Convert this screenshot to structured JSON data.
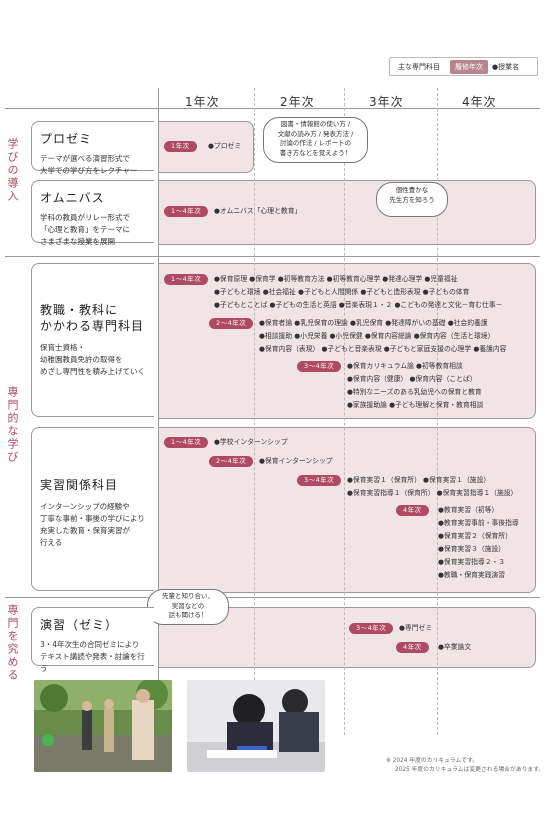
{
  "legend": {
    "main": "主な専門科目",
    "year": "履修年次",
    "class": "●授業名"
  },
  "years": [
    "1年次",
    "2年次",
    "3年次",
    "4年次"
  ],
  "sections": {
    "intro": "学びの導入",
    "specialized": "専門的な学び",
    "deepen": "専門を究める"
  },
  "prozemi": {
    "title": "プロゼミ",
    "desc": [
      "テーマが選べる演習形式で",
      "大学での学び方をレクチャー"
    ],
    "pill": "1年次",
    "item": "●プロゼミ"
  },
  "bubble1": [
    "図書・情報館の使い方 /",
    "文献の読み方 / 発表方法 /",
    "討論の作法 / レポートの",
    "書き方などを覚えよう！"
  ],
  "omnibus": {
    "title": "オムニバス",
    "desc": [
      "学科の教員がリレー形式で",
      "「心理と教育」をテーマに",
      "さまざまな授業を展開"
    ],
    "pill": "1～4年次",
    "item": "●オムニバス「心理と教育」"
  },
  "bubble2": [
    "個性豊かな",
    "先生方を知ろう"
  ],
  "kyoshoku": {
    "title": [
      "教職・教科に",
      "かかわる専門科目"
    ],
    "desc": [
      "保育士資格・",
      "幼稚園教員免許の取得を",
      "めざし専門性を積み上げていく"
    ],
    "pill1": "1～4年次",
    "lines1": [
      "●保育原理 ●保育学 ●初等教育方法 ●初等教育心理学 ●発達心理学 ●児童福祉",
      "●子どもと環境 ●社会福祉 ●子どもと人間関係 ●子どもと造形表現 ●子どもの体育",
      "●子どもとことば ●子どもの生活と英語 ●音楽表現１・２ ●こどもの発達と文化－育む仕事－"
    ],
    "pill2": "2～4年次",
    "lines2": [
      "●保育者論 ●乳児保育の理論 ●乳児保育 ●発達障がいの基礎 ●社会的養護",
      "●相談援助 ●小児栄養 ●小児保健 ●保育内容総論 ●保育内容（生活と環境）",
      "●保育内容（表現） ●子どもと音楽表現 ●子どもと家庭支援の心理学 ●養護内容"
    ],
    "pill3": "3～4年次",
    "lines3": [
      "●保育カリキュラム論 ●初等教育相談",
      "●保育内容（健康） ●保育内容（ことば）",
      "●特別なニーズのある乳幼児への保育と教育",
      "●家族援助論 ●子ども理解と保育・教育相談"
    ]
  },
  "jisshu": {
    "title": "実習関係科目",
    "desc": [
      "インターンシップの経験や",
      "丁寧な事前・事後の学びにより",
      "充実した教育・保育実習が",
      "行える"
    ],
    "pill1": "1～4年次",
    "item1": "●学校インターンシップ",
    "pill2": "2～4年次",
    "item2": "●保育インターンシップ",
    "pill3": "3～4年次",
    "lines3": [
      "●保育実習１（保育所） ●保育実習１（施設）",
      "●保育実習指導１（保育所） ●保育実習指導１（施設）"
    ],
    "pill4": "4年次",
    "lines4": [
      "●教育実習（初等）",
      "●教育実習事前・事後指導",
      "●保育実習２（保育所）",
      "●保育実習３（施設）",
      "●保育実習指導２・３",
      "●教職・保育実践演習"
    ]
  },
  "bubble3": [
    "先輩と知り合い、",
    "実習などの",
    "話も聞ける！"
  ],
  "enshu": {
    "title": "演習（ゼミ）",
    "desc": [
      "3・4年次生の合同ゼミにより",
      "テキスト講読や発表・討論を行う"
    ],
    "pill1": "3～4年次",
    "item1": "●専門ゼミ",
    "pill2": "4年次",
    "item2": "●卒業論文"
  },
  "notes": [
    "※ 2024 年度のカリキュラムです。",
    "2025 年度のカリキュラムは変更される場合があります。"
  ],
  "colors": {
    "accent": "#b04a64",
    "band": "#f0e4e7"
  }
}
